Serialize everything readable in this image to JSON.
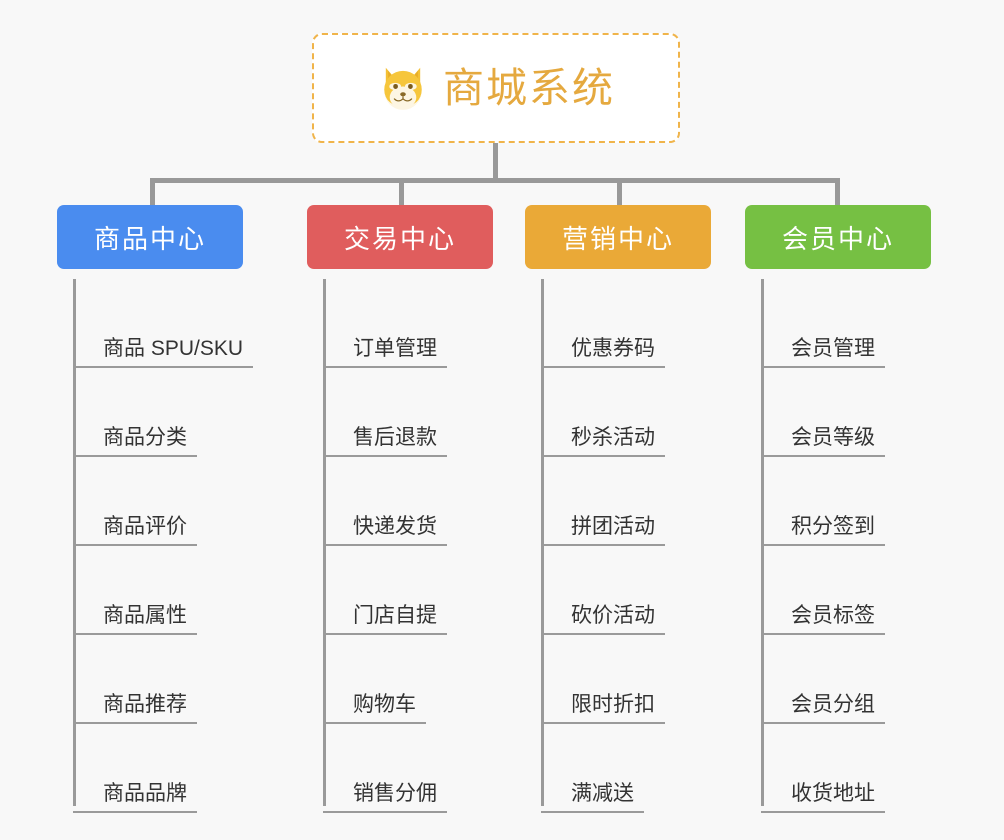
{
  "root": {
    "title": "商城系统",
    "icon": "shiba-dog-icon",
    "title_color": "#e5a93f",
    "border_color": "#f0b44a"
  },
  "columns": [
    {
      "title": "商品中心",
      "color": "#4a8cef",
      "items": [
        "商品 SPU/SKU",
        "商品分类",
        "商品评价",
        "商品属性",
        "商品推荐",
        "商品品牌"
      ]
    },
    {
      "title": "交易中心",
      "color": "#e05d5d",
      "items": [
        "订单管理",
        "售后退款",
        "快递发货",
        "门店自提",
        "购物车",
        "销售分佣"
      ]
    },
    {
      "title": "营销中心",
      "color": "#eaa937",
      "items": [
        "优惠券码",
        "秒杀活动",
        "拼团活动",
        "砍价活动",
        "限时折扣",
        "满减送"
      ]
    },
    {
      "title": "会员中心",
      "color": "#76c043",
      "items": [
        "会员管理",
        "会员等级",
        "积分签到",
        "会员标签",
        "会员分组",
        "收货地址"
      ]
    }
  ]
}
